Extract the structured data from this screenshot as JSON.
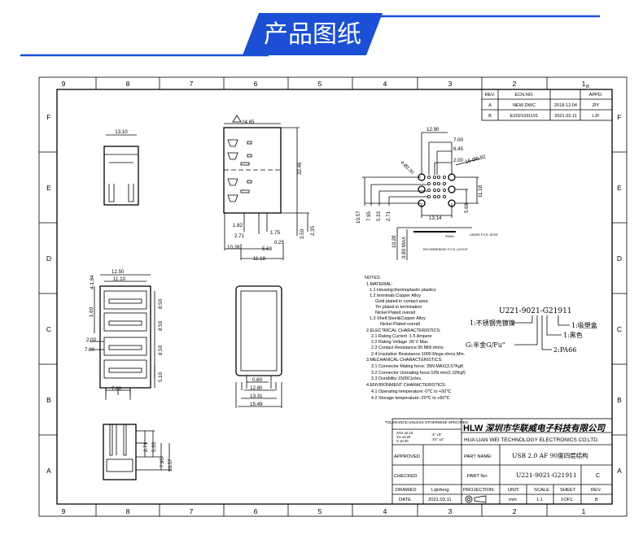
{
  "header": {
    "title": "产品图纸",
    "accent_color": "#1a4fd6"
  },
  "frame": {
    "columns": [
      "9",
      "8",
      "7",
      "6",
      "5",
      "4",
      "3",
      "2",
      "1"
    ],
    "rows": [
      "F",
      "E",
      "D",
      "C",
      "B",
      "A"
    ]
  },
  "revision_table": {
    "headers": [
      "REV.",
      "ECN.NO.",
      "",
      "APPD."
    ],
    "rows": [
      [
        "A",
        "NEW DWC",
        "2018.12.04",
        "ZfY"
      ],
      [
        "B",
        "E2021031101",
        "2021.03.11",
        "LJF"
      ]
    ],
    "corner_mark": "B"
  },
  "views": {
    "top_view": {
      "dims": [
        "13.10"
      ]
    },
    "side_view": {
      "dims": [
        "24.65",
        "32.46",
        "1.82",
        "2.71",
        "1.75",
        "3.50",
        "2.35",
        "0.25",
        "10.28",
        "5.68",
        "11.18"
      ]
    },
    "pcb_layout": {
      "dims": [
        "12.90",
        "7.00",
        "6.45",
        "2.00",
        "16-Ø0.92",
        "4-Ø2.30",
        "11.18",
        "10.57",
        "7.95",
        "5.33",
        "2.71",
        "5.68",
        "13.14",
        "10.28",
        "0.80 MAX"
      ],
      "caption": "RECOMMENDED P.C.B. LAYOUT",
      "pcb_label": "PANEL",
      "edge_label": "UNDER P.C.B. EDGE"
    },
    "front_view": {
      "dims": [
        "12.50",
        "11.10",
        "4-1.84",
        "1.60",
        "8.50",
        "8.50",
        "8.50",
        "2.00",
        "7.00",
        "5.10",
        "7.00"
      ]
    },
    "rear_view": {
      "dims": [
        "0.60",
        "12.80",
        "13.31",
        "15.49"
      ]
    },
    "bottom_view": {
      "dims": [
        "2.71",
        "5.33",
        "7.95",
        "10.57"
      ]
    }
  },
  "notes": [
    "NOTES:",
    "1.MATERIAL:",
    "1.1 Housing:thermoplastic plastics",
    "1.2 terminals:Copper Alloy",
    "Gold plated in contact area:",
    "Tin plated in termination",
    "Nickel Plated overall",
    "1.3 Shell:Steel&Copper Alloy",
    "Nickel Plated overall",
    "2.ELECTRICAL CHARACTERISTICS:",
    "2.1 Rating Current :1.5 Ampere",
    "2.2 Rating Voltage :30 V Max",
    "2.3 Contact Resistance:30 Milli ohms",
    "2.4 Insulation Resistance:1000 Mega ohms Min.",
    "3.MECHANICAL CHARACTERISTICS:",
    "3.1 Connector Mating force: 35N MAX(3.57Kgf)",
    "3.2 Connector Unmating force:10N min(1.02Kgf)",
    "3.3 Durability:1500Cycles.",
    "4.ENVIRONMENT CHARACTERISTICS:",
    "4.1 Operating temperature:-0℃ to +50℃",
    "4.2 Storage temperature:-20℃ to +60℃"
  ],
  "part_code": {
    "code": "U221-9021-G21911",
    "legend": [
      "1:不锈钢壳镀镍",
      "G:半金G/Fu\"",
      "2:PA66",
      "1:黑色",
      "1:吸塑盒"
    ]
  },
  "title_block": {
    "tolerance_title": "TOLERANCE UNLESS OTHERWISE SPECIFIED",
    "tolerances": [
      ".XXX ±0.15",
      ".XX ±0.20",
      ".X ±0.30",
      ".X° ±5°",
      ".XX° ±2°"
    ],
    "logo": "HLW",
    "company_cn": "深圳市华联威电子科技有限公司",
    "company_en": "HUA LIAN WEI TECHNOLOGY ELECTRONICS CO;LTD.",
    "approved_label": "APPROVED",
    "approved_value": "",
    "checked_label": "CHECKED",
    "checked_value": "",
    "drawed_label": "DRAWED",
    "drawed_value": "Lijinfeng",
    "date_label": "DATE",
    "date_value": "2021.03.11",
    "part_name_label": "PART NAME:",
    "part_name": "USB 2.0 AF 90度四层结构",
    "part_no_label": "PART No:",
    "part_no": "U221-9021-G21911",
    "part_no_rev": "C",
    "projection_label": "PROJECTION:",
    "unit_label": "UNIT:",
    "unit": "mm",
    "scale_label": "SCALE",
    "scale": "1:1",
    "sheet_label": "SHEET",
    "sheet": "1OF1",
    "rev_label": "REV.",
    "rev": "B"
  }
}
